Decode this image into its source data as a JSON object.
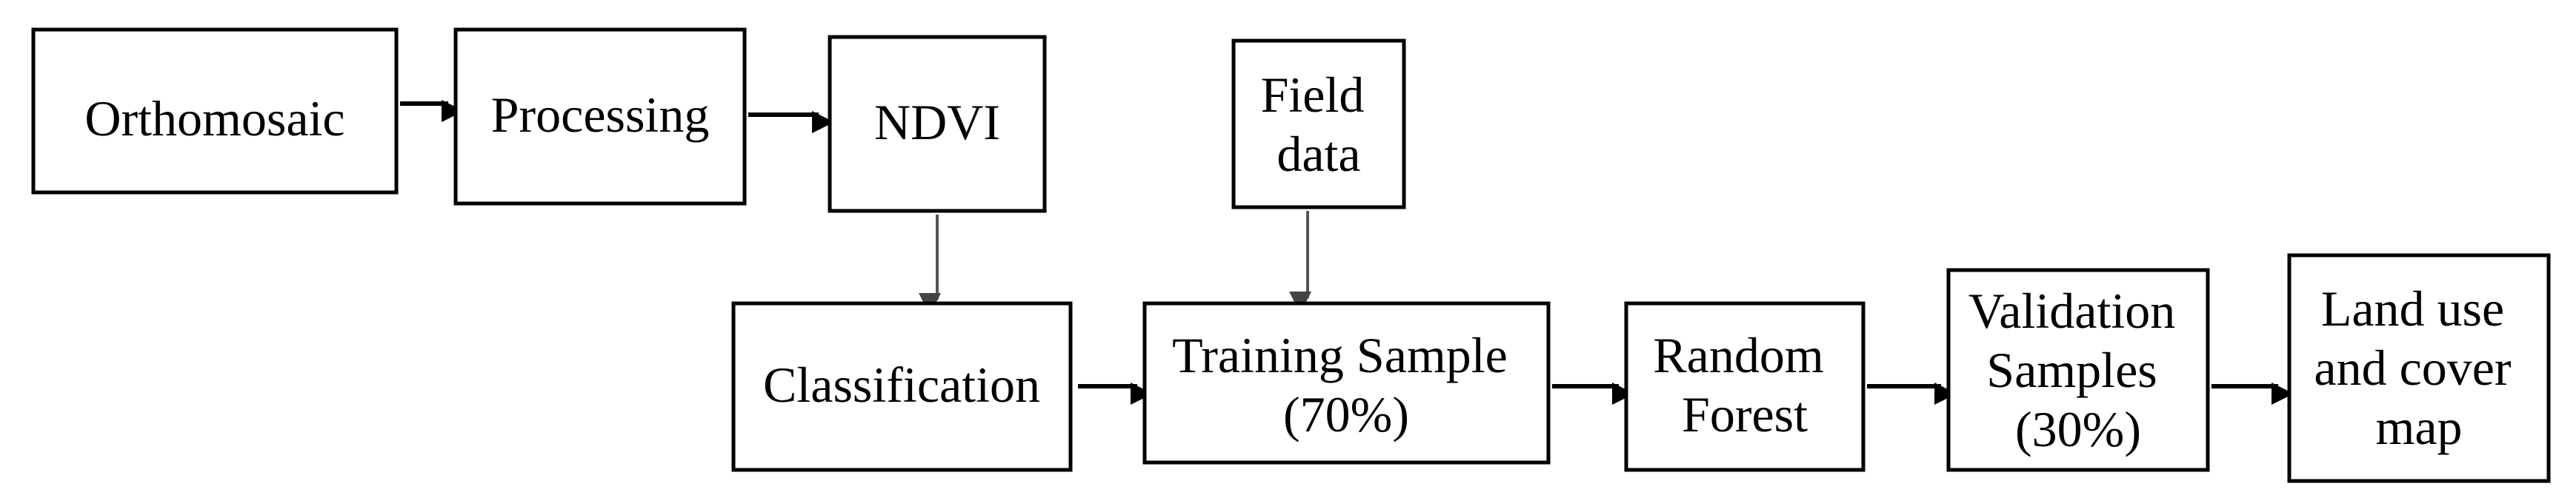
{
  "nodes": {
    "orthomosaic": {
      "lines": [
        "Orthomosaic"
      ]
    },
    "processing": {
      "lines": [
        "Processing"
      ]
    },
    "ndvi": {
      "lines": [
        "NDVI"
      ]
    },
    "field_data": {
      "lines": [
        "Field",
        "data"
      ]
    },
    "classification": {
      "lines": [
        "Classification"
      ]
    },
    "training": {
      "lines": [
        "Training Sample",
        "(70%)"
      ]
    },
    "random_forest": {
      "lines": [
        "Random",
        "Forest"
      ]
    },
    "validation": {
      "lines": [
        "Validation",
        "Samples",
        "(30%)"
      ]
    },
    "land_use": {
      "lines": [
        "Land use",
        "and cover",
        "map"
      ]
    }
  },
  "edges": [
    {
      "from": "orthomosaic",
      "to": "processing"
    },
    {
      "from": "processing",
      "to": "ndvi"
    },
    {
      "from": "ndvi",
      "to": "classification"
    },
    {
      "from": "field_data",
      "to": "training"
    },
    {
      "from": "classification",
      "to": "training"
    },
    {
      "from": "training",
      "to": "random_forest"
    },
    {
      "from": "random_forest",
      "to": "validation"
    },
    {
      "from": "validation",
      "to": "land_use"
    }
  ],
  "colors": {
    "stroke": "#000000",
    "vertical_arrow": "#555555",
    "background": "#ffffff"
  }
}
